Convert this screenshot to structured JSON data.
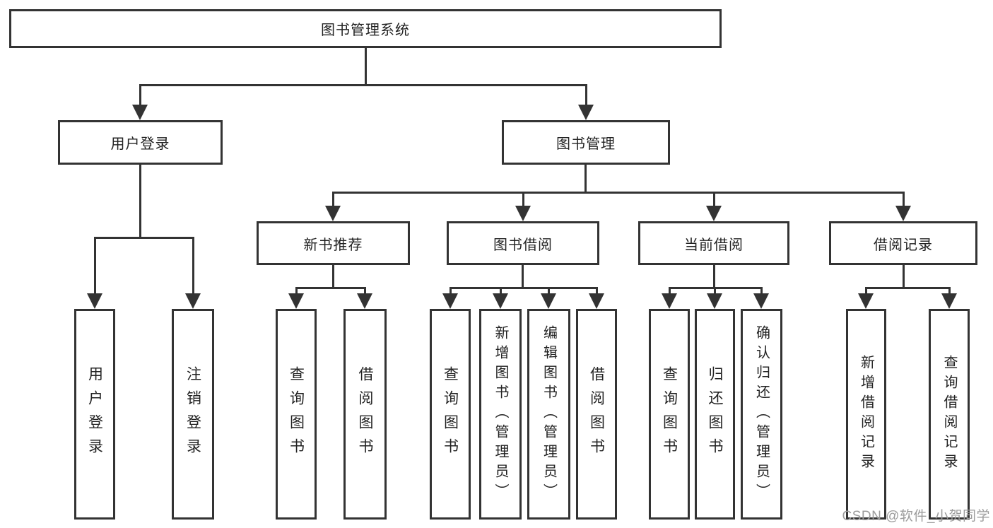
{
  "diagram": {
    "root": {
      "label": "图书管理系统"
    },
    "branches": [
      {
        "label": "用户登录"
      },
      {
        "label": "图书管理"
      }
    ],
    "modules": [
      {
        "label": "新书推荐",
        "parent": "图书管理"
      },
      {
        "label": "图书借阅",
        "parent": "图书管理"
      },
      {
        "label": "当前借阅",
        "parent": "图书管理"
      },
      {
        "label": "借阅记录",
        "parent": "图书管理"
      }
    ],
    "leaves": [
      {
        "label": "用户登录",
        "parent": "用户登录"
      },
      {
        "label": "注销登录",
        "parent": "用户登录"
      },
      {
        "label": "查询图书",
        "parent": "新书推荐"
      },
      {
        "label": "借阅图书",
        "parent": "新书推荐"
      },
      {
        "label": "查询图书",
        "parent": "图书借阅"
      },
      {
        "label": "新增图书（管理员）",
        "parent": "图书借阅"
      },
      {
        "label": "编辑图书（管理员）",
        "parent": "图书借阅"
      },
      {
        "label": "借阅图书",
        "parent": "图书借阅"
      },
      {
        "label": "查询图书",
        "parent": "当前借阅"
      },
      {
        "label": "归还图书",
        "parent": "当前借阅"
      },
      {
        "label": "确认归还（管理员）",
        "parent": "当前借阅"
      },
      {
        "label": "新增借阅记录",
        "parent": "借阅记录"
      },
      {
        "label": "查询借阅记录",
        "parent": "借阅记录"
      }
    ]
  },
  "watermark": {
    "text": "CSDN @软件_小贺同学"
  },
  "colors": {
    "line": "#333333",
    "text": "#222222",
    "watermark": "#9c9c9c",
    "background": "#ffffff"
  }
}
